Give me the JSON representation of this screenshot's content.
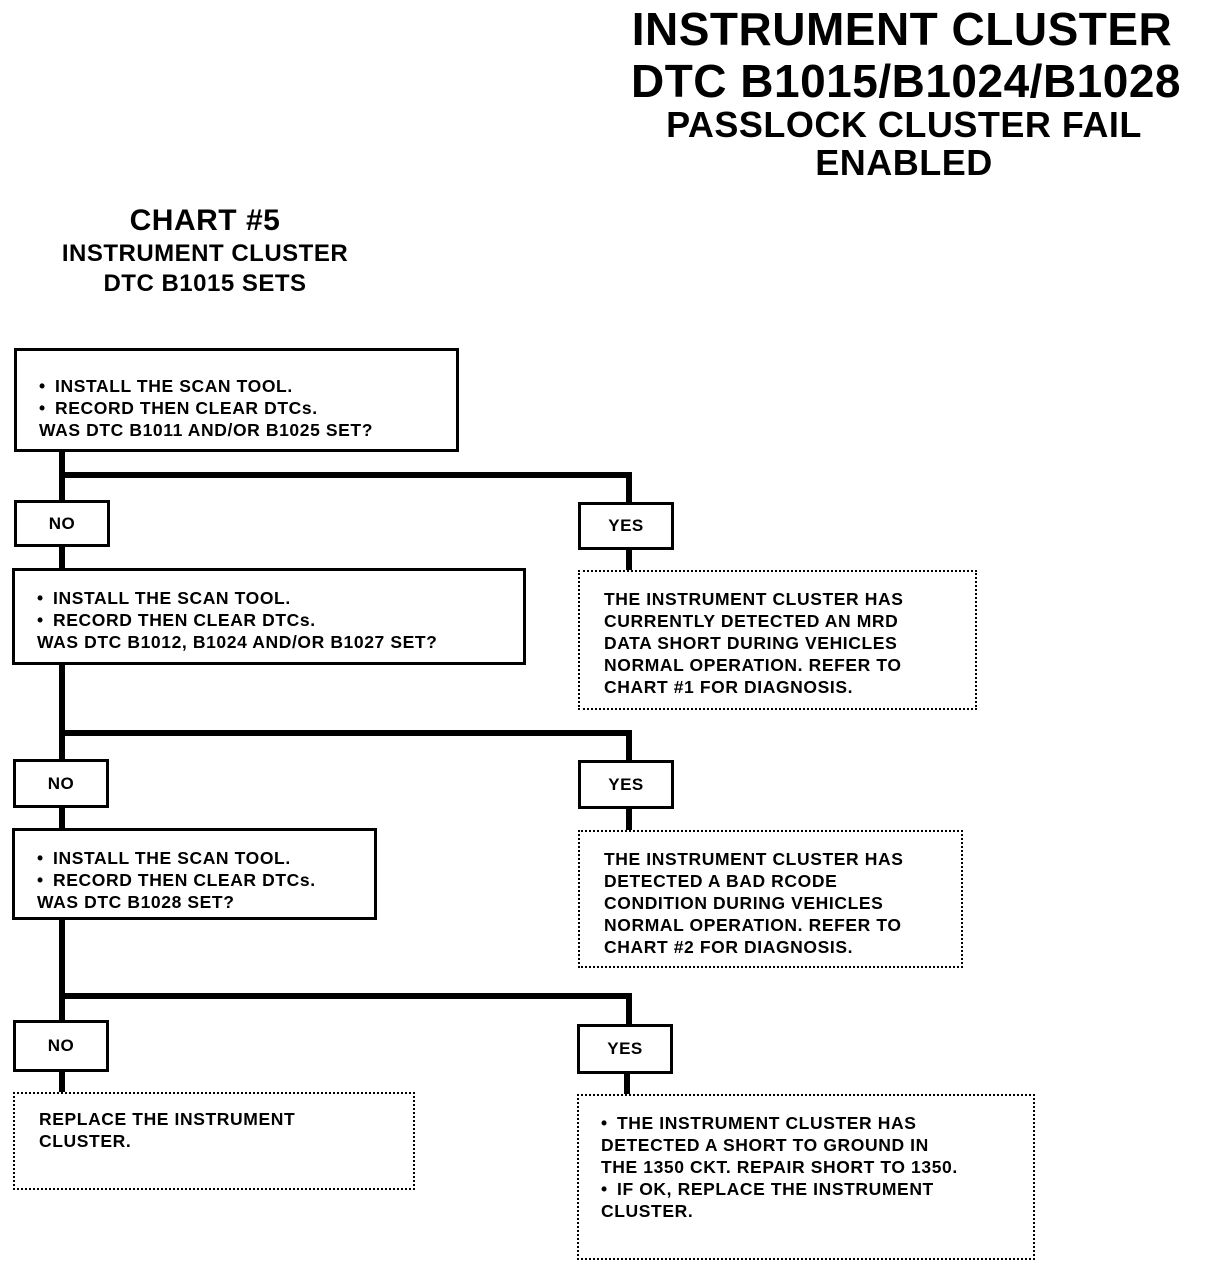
{
  "header": {
    "line1": "INSTRUMENT CLUSTER",
    "line2": "DTC B1015/B1024/B1028",
    "line3": "PASSLOCK CLUSTER FAIL",
    "line4": "ENABLED"
  },
  "chart": {
    "title": "CHART #5",
    "subtitle1": "INSTRUMENT CLUSTER",
    "subtitle2": "DTC B1015 SETS"
  },
  "step1": {
    "bullet1": "INSTALL THE SCAN TOOL.",
    "bullet2": "RECORD THEN CLEAR DTCs.",
    "question": "WAS DTC B1011 AND/OR B1025 SET?"
  },
  "step2": {
    "bullet1": "INSTALL THE SCAN TOOL.",
    "bullet2": "RECORD THEN CLEAR DTCs.",
    "question": "WAS DTC B1012, B1024 AND/OR B1027 SET?"
  },
  "step3": {
    "bullet1": "INSTALL THE SCAN TOOL.",
    "bullet2": "RECORD THEN CLEAR DTCs.",
    "question": "WAS DTC B1028 SET?"
  },
  "labels": {
    "no": "NO",
    "yes": "YES"
  },
  "result1": {
    "lines": [
      "THE INSTRUMENT CLUSTER HAS",
      "CURRENTLY DETECTED AN MRD",
      "DATA SHORT DURING VEHICLES",
      "NORMAL OPERATION. REFER TO",
      "CHART #1 FOR DIAGNOSIS."
    ]
  },
  "result2": {
    "lines": [
      "THE INSTRUMENT CLUSTER HAS",
      "DETECTED A BAD RCODE",
      "CONDITION DURING VEHICLES",
      "NORMAL OPERATION. REFER TO",
      "CHART #2 FOR DIAGNOSIS."
    ]
  },
  "result3": {
    "bullet1_lines": [
      "THE INSTRUMENT CLUSTER HAS",
      "DETECTED A SHORT TO GROUND IN",
      "THE 1350 CKT. REPAIR SHORT TO 1350."
    ],
    "bullet2_lines": [
      "IF OK, REPLACE THE INSTRUMENT",
      "CLUSTER."
    ]
  },
  "final_no": {
    "lines": [
      "REPLACE THE INSTRUMENT",
      "CLUSTER."
    ]
  }
}
